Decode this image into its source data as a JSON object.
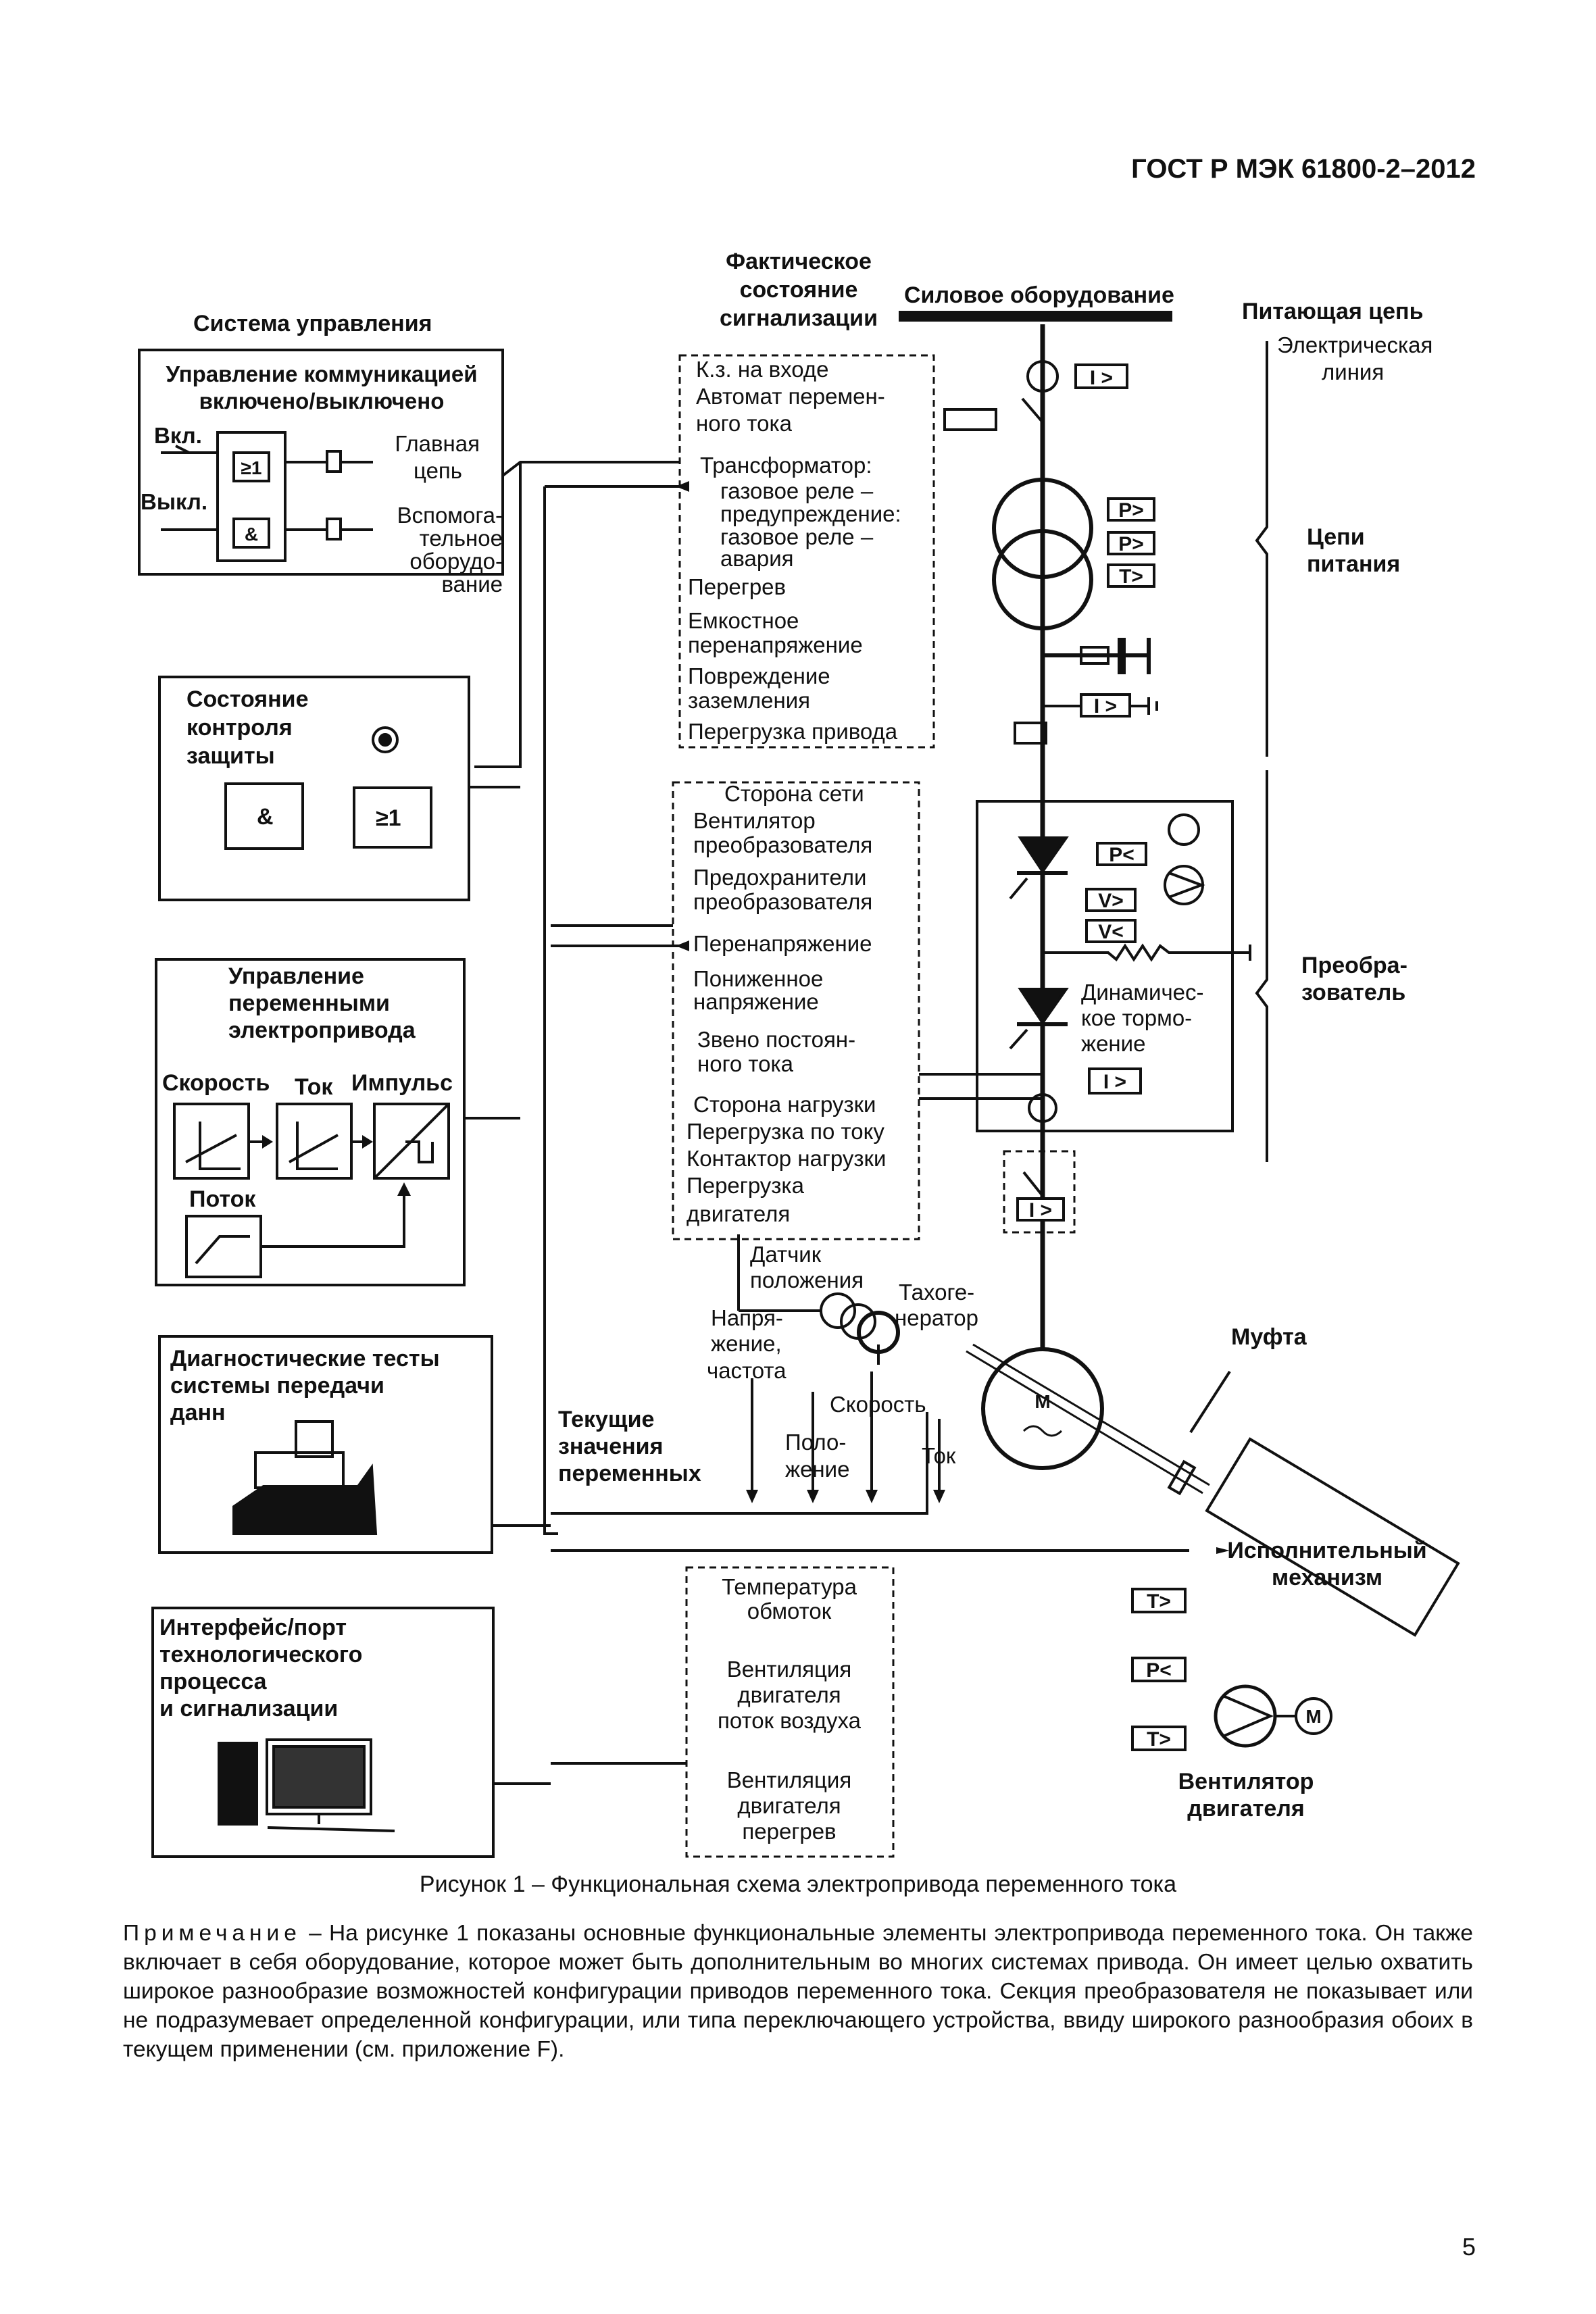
{
  "header": {
    "standard": "ГОСТ Р МЭК 61800-2–2012"
  },
  "page_number": "5",
  "figure": {
    "caption": "Рисунок 1 – Функциональная схема электропривода переменного тока",
    "columns": {
      "control": "Система управления",
      "signal": [
        "Фактическое",
        "состояние",
        "сигнализации"
      ],
      "power": "Силовое оборудование",
      "supply": "Питающая цепь"
    },
    "comm_block": {
      "title": [
        "Управление коммуникацией",
        "включено/выключено"
      ],
      "on": "Вкл.",
      "off": "Выкл.",
      "or": "≥1",
      "and": "&",
      "main": [
        "Главная",
        "цепь"
      ],
      "aux": [
        "Вспомога-",
        "тельное",
        "оборудо-",
        "вание"
      ]
    },
    "protection_block": {
      "title": [
        "Состояние",
        "контроля",
        "защиты"
      ],
      "and": "&",
      "or": "≥1"
    },
    "drive_block": {
      "title": [
        "Управление",
        "переменными",
        "электропривода"
      ],
      "speed": "Скорость",
      "current": "Ток",
      "pulse": "Импульс",
      "flux": "Поток"
    },
    "diag_block": {
      "title": [
        "Диагностические тесты",
        "системы передачи",
        "данн"
      ]
    },
    "iface_block": {
      "title": [
        "Интерфейс/порт",
        "технологического",
        "процесса",
        "и сигнализации"
      ]
    },
    "signals_top": [
      "К.з. на входе",
      "Автомат перемен-",
      "ного тока",
      "Трансформатор:",
      "газовое реле –",
      "предупреждение:",
      "газовое реле –",
      "авария",
      "Перегрев",
      "Емкостное",
      "перенапряжение",
      "Повреждение",
      "заземления",
      "Перегрузка привода"
    ],
    "signals_mid": [
      "Сторона сети",
      "Вентилятор",
      "преобразователя",
      "Предохранители",
      "преобразователя",
      "Перенапряжение",
      "Пониженное",
      "напряжение",
      "Звено постоян-",
      "ного тока",
      "Сторона нагрузки",
      "Перегрузка по току",
      "Контактор нагрузки",
      "Перегрузка",
      "двигателя"
    ],
    "signals_bottom": [
      "Температура",
      "обмоток",
      "Вентиляция",
      "двигателя",
      "поток воздуха",
      "Вентиляция",
      "двигателя",
      "перегрев"
    ],
    "relays": {
      "i_gt": "I >",
      "p_gt": "P>",
      "t_gt": "T>",
      "p_lt": "P<",
      "v_gt": "V>",
      "v_lt": "V<",
      "t_gt2": "T >"
    },
    "supply_labels": {
      "line": [
        "Электрическая",
        "линия"
      ],
      "circuits": [
        "Цепи",
        "питания"
      ],
      "converter": [
        "Преобра-",
        "зователь"
      ]
    },
    "braking": [
      "Динамичес-",
      "кое тормо-",
      "жение"
    ],
    "sensors": {
      "position_sensor": [
        "Датчик",
        "положения"
      ],
      "tacho": [
        "Тахоге-",
        "нератор"
      ],
      "voltage": [
        "Напря-",
        "жение,",
        "частота"
      ],
      "speed": "Скорость",
      "position": [
        "Поло-",
        "жение"
      ],
      "current": "Ток"
    },
    "current_values": [
      "Текущие",
      "значения",
      "переменных"
    ],
    "motor": "M",
    "coupling": "Муфта",
    "actuator": [
      "Исполнительный",
      "механизм"
    ],
    "fan_motor": "M",
    "fan_label": [
      "Вентилятор",
      "двигателя"
    ]
  },
  "note": {
    "lead": "Примечание",
    "text": " – На рисунке 1 показаны основные функциональные элементы электропривода переменного тока. Он также включает в себя оборудование, которое может быть дополнительным во многих системах привода. Он имеет целью охватить широкое разнообразие возможностей конфигурации приводов переменного тока. Секция преобразователя не показывает или не подразумевает определенной конфигурации, или типа переключающего устройства, ввиду широкого разнообразия обоих в текущем применении (см. приложение F)."
  }
}
